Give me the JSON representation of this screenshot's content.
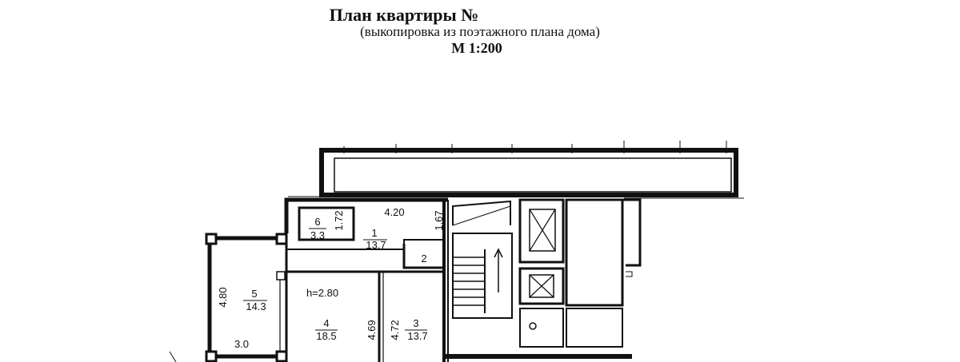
{
  "header": {
    "title": "План квартиры  №",
    "subtitle": "(выкопировка из поэтажного плана дома)",
    "scale": "М 1:200"
  },
  "rooms": [
    {
      "id": "6",
      "area": "3.3"
    },
    {
      "id": "1",
      "area": "13.7"
    },
    {
      "id": "2"
    },
    {
      "id": "5",
      "area": "14.3"
    },
    {
      "id": "4",
      "area": "18.5"
    },
    {
      "id": "3",
      "area": "13.7"
    }
  ],
  "dimensions": {
    "d420": "4.20",
    "d172": "1.72",
    "d167": "1.67",
    "d480": "4.80",
    "d30": "3.0",
    "d469": "4.69",
    "d472": "4.72",
    "height": "h=2.80"
  }
}
